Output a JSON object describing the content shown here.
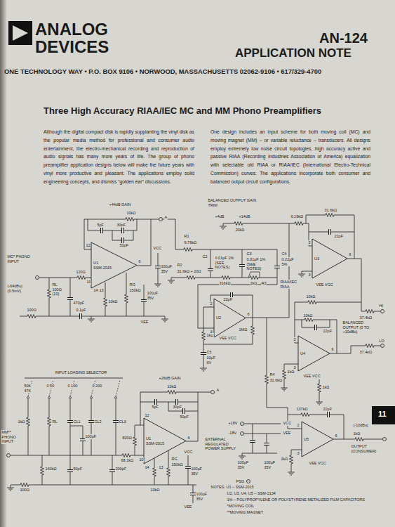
{
  "diagram": {
    "title": "Three High Accuracy RIAA/IEC MC and MM Phono Preamplifiers",
    "nodes": [
      {
        "text": [
          "U1",
          "SSM-2015"
        ]
      },
      {
        "text": [
          "U3"
        ]
      },
      {
        "text": [
          "U2"
        ]
      },
      {
        "text": [
          "U4"
        ]
      },
      {
        "text": [
          "U1",
          "SSM-2015"
        ]
      },
      {
        "text": [
          "U5"
        ]
      }
    ],
    "labels": [
      "ANALOG",
      "DEVICES",
      "AN-124",
      "APPLICATION NOTE",
      "ONE TECHNOLOGY WAY • P.O. BOX 9106 • NORWOOD, MASSACHUSETTS 02062-9106 • 617/329-4700",
      "Although the digital compact disk is rapidly supplanting the vinyl disk as the popular media method for professional and consumer audio entertainment, the electro-mechanical recording and reproduction of audio signals has many more years of life. The group of phono preamplifier application designs below will make the future years with vinyl more productive and pleasant. The applications employ solid engineering concepts, and dismiss “golden ear” discussions.",
      "One design includes an input scheme for both moving coil (MC) and moving magnet (MM) – or variable reluctance – transducers. All designs employ extremely low noise circuit topologies, high accuracy active and passive RIAA (Recording Industries Association of America) equalization with selectable old RIAA or RIAA/IEC (International Electro-Technical Commission) curves. The applications incorporate both consumer and balanced output circuit configurations.",
      "11",
      "+44dB GAIN",
      "10kΩ",
      "5pF",
      "30pF",
      "50pF",
      "A",
      "RL 100Ω (10)",
      "120Ω",
      "470pF",
      "MC* PHONO INPUT",
      "(-64dBu) (0.5mV)",
      "100Ω",
      "0.1µF",
      "10kΩ",
      "RG",
      "150kΩ",
      "100µF 35V",
      "100µF 35V",
      "VCC",
      "VEE",
      "12",
      "10",
      "14",
      "13",
      "6",
      "BALANCED OUTPUT GAIN TRIM",
      "+4dB",
      "+14dB",
      "20kΩ",
      "6.19kΩ",
      "31.6kΩ",
      "R1",
      "9.76kΩ",
      "C2",
      "0.01µF 1% (SEE NOTES)",
      "C3",
      "0.01µF 1% (SEE NOTES)",
      "C4",
      "0.22µF 5%",
      "31.6kΩ + 20Ω",
      "R2",
      "316kΩ",
      "2kΩ",
      "R3",
      "RIAA/IEC RIAA",
      "22pF",
      "1MΩ",
      "VEE VCC",
      "C5",
      "10µF 6V",
      "1kΩ",
      "R4",
      "31.6kΩ",
      "2",
      "3",
      "6",
      "22pF",
      "VEE VCC",
      "2",
      "3",
      "6",
      "10kΩ",
      "37.4kΩ",
      "HI",
      "10kΩ",
      "22pF",
      "BALANCED OUTPUT (0 TO +10dBu)",
      "37.4kΩ",
      "LO",
      "2",
      "3",
      "6",
      "VEE VCC",
      "1kΩ",
      "1kΩ",
      "(-10dBu)",
      "137kΩ",
      "22pF",
      "2",
      "3",
      "6",
      "1kΩ",
      "OUTPUT (CONSUMER)",
      "VEE VCC",
      "1kΩ",
      "+18V",
      "-18V",
      "VCC",
      "VEE",
      "100µF 35V",
      "100µF 35V",
      "PSG",
      "EXTERNAL REGULATED POWER SUPPLY",
      "INPUT LOADING SELECTOR",
      "50K 47K",
      "0 50",
      "0 100",
      "0 200",
      "1kΩ",
      "RL",
      "CL1",
      "CL2",
      "CL3",
      "100pF",
      "MM** PHONO INPUT",
      "140kΩ",
      "50pF",
      "200pF",
      "68.1kΩ",
      "820Ω",
      "+26dB GAIN",
      "10kΩ",
      "5pF",
      "30pF",
      "50pF",
      "A",
      "RG",
      "150kΩ",
      "100µF 35V",
      "100µF 35V",
      "10kΩ",
      "100Ω",
      "VCC",
      "VEE",
      "12",
      "10",
      "14",
      "13",
      "6",
      "NOTES: U1 – SSM-2015",
      "U2, U3, U4, U5 – SSM-2134",
      "1% – POLYPROPYLENE OR POLYSTYRENE METALIZED FILM CAPACITORS",
      "*MOVING COIL",
      "**MOVING MAGNET"
    ]
  }
}
